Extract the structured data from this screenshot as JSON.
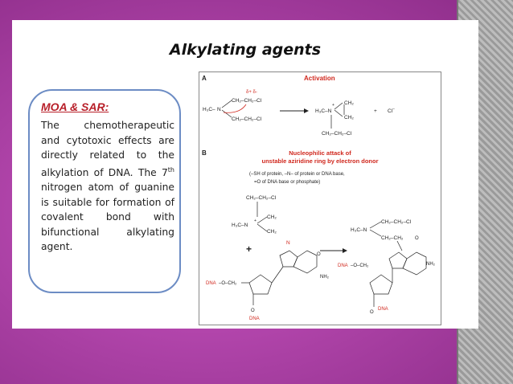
{
  "slide": {
    "title": "Alkylating agents",
    "moa_heading": "MOA & SAR:",
    "moa_body_1": "The chemotherapeutic and cytotoxic effects are directly related to the alkylation of DNA. The 7",
    "moa_body_sup": "th",
    "moa_body_2": " nitrogen atom of guanine is suitable for formation of covalent bond with bifunctional alkylating agent."
  },
  "figure": {
    "panel_a_label": "A",
    "panel_a_title": "Activation",
    "delta_charges": "δ+  δ-",
    "chloride": "Cl",
    "chloride_sup": "−",
    "panel_b_label": "B",
    "panel_b_title_1": "Nucleophilic attack of",
    "panel_b_title_2": "unstable aziridine ring by electron donor",
    "donor_line_1": "(–SH of protein, –N– of protein or DNA base,",
    "donor_line_2": "=O of DNA base or phosphate)",
    "plus_sign": "+",
    "dna_label": "DNA"
  },
  "colors": {
    "background_magenta": "#b44cae",
    "title_red": "#b8202a",
    "box_border": "#6c8cc4",
    "fig_red": "#d0281e"
  }
}
